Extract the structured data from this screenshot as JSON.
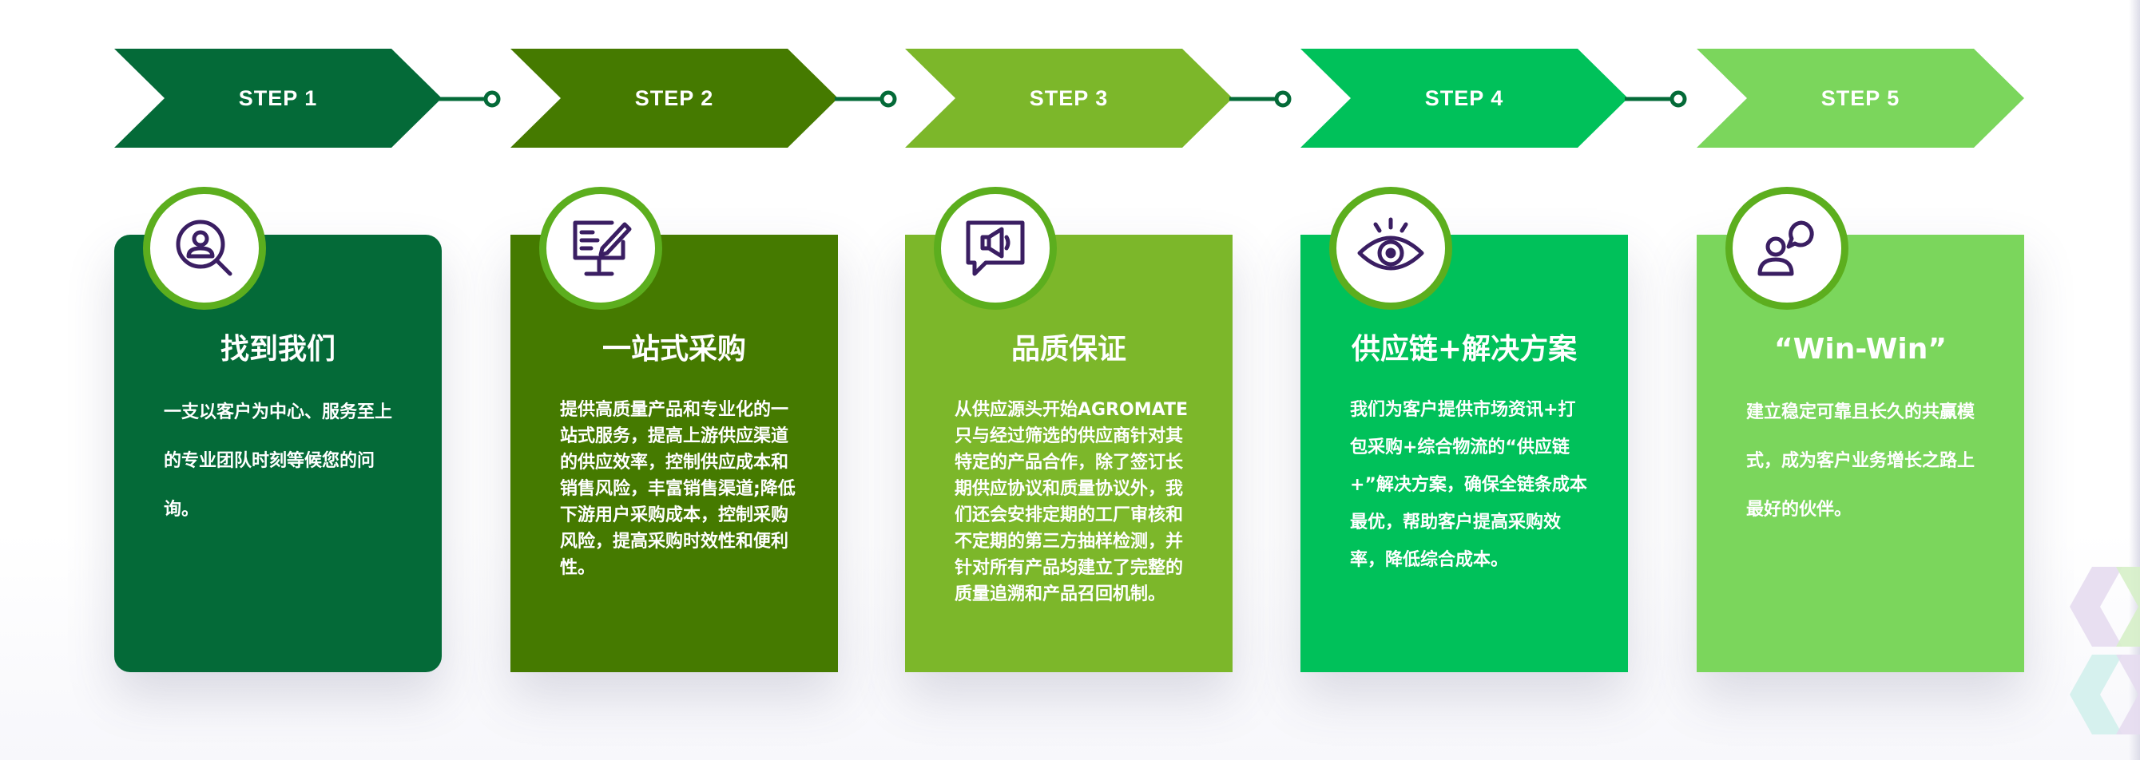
{
  "colors": {
    "step1": "#046a38",
    "step2": "#457a00",
    "step3": "#7cb72a",
    "step4": "#00c15a",
    "step5": "#7bd65c",
    "icon_ring": "#5cae1e",
    "icon_stroke": "#3a1e62"
  },
  "steps": [
    {
      "label": "STEP 1",
      "icon": "search-user-icon",
      "title": "找到我们",
      "description": "一支以客户为中心、服务至上的专业团队时刻等候您的问询。"
    },
    {
      "label": "STEP 2",
      "icon": "workstation-icon",
      "title": "一站式采购",
      "description": "提供高质量产品和专业化的一站式服务，提高上游供应渠道的供应效率，控制供应成本和销售风险，丰富销售渠道;降低下游用户采购成本，控制采购风险，提高采购时效性和便利性。"
    },
    {
      "label": "STEP 3",
      "icon": "megaphone-icon",
      "title": "品质保证",
      "description": "从供应源头开始AGROMATE只与经过筛选的供应商针对其特定的产品合作，除了签订长期供应协议和质量协议外，我们还会安排定期的工厂审核和不定期的第三方抽样检测，并针对所有产品均建立了完整的质量追溯和产品召回机制。"
    },
    {
      "label": "STEP 4",
      "icon": "eye-icon",
      "title": "供应链+解决方案",
      "description": "我们为客户提供市场资讯+打包采购+综合物流的“供应链+”解决方案，确保全链条成本最优，帮助客户提高采购效率，降低综合成本。"
    },
    {
      "label": "STEP 5",
      "icon": "user-chat-icon",
      "title": "“Win-Win”",
      "description": "建立稳定可靠且长久的共赢模式，成为客户业务增长之路上最好的伙伴。"
    }
  ]
}
